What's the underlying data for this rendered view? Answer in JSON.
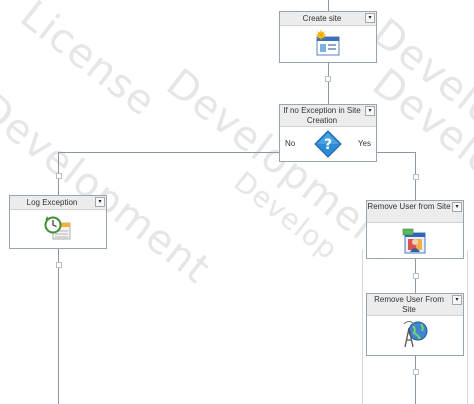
{
  "watermarks": [
    "License",
    "Development",
    "Development",
    "Development",
    "Develop",
    "Develop"
  ],
  "nodes": {
    "create_site": {
      "title": "Create site",
      "icon": "website-create-icon"
    },
    "condition": {
      "title": "If no Exception in Site Creation",
      "icon": "question-diamond-icon",
      "no_label": "No",
      "yes_label": "Yes"
    },
    "log_exception": {
      "title": "Log Exception",
      "icon": "log-clock-icon"
    },
    "remove_user_1": {
      "title": "Remove User from Site",
      "icon": "remove-user-icon"
    },
    "remove_user_2": {
      "title": "Remove User From Site",
      "icon": "globe-antenna-icon"
    }
  },
  "colors": {
    "connector_line": "#8c96a8",
    "node_border": "#9aa3b0",
    "header_bg": "#ececec",
    "diamond": "#2a8cd6"
  },
  "dropdown_glyph": "▾"
}
